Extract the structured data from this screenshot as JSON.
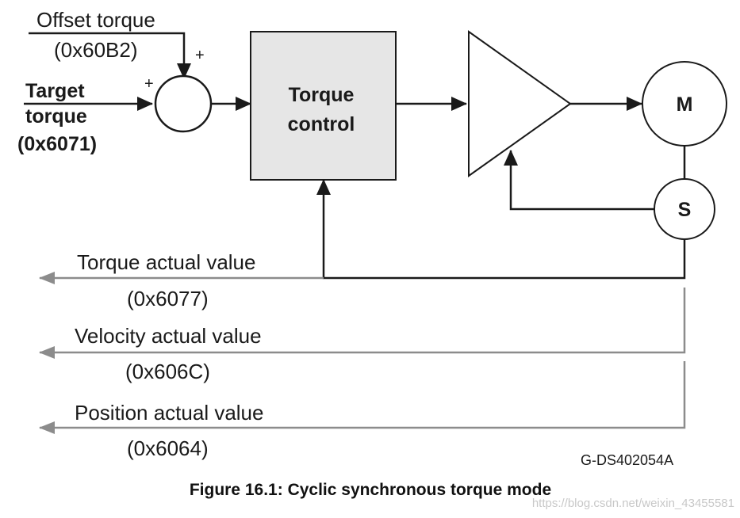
{
  "inputs": {
    "offset_torque": {
      "label": "Offset torque",
      "code": "(0x60B2)",
      "sign": "+"
    },
    "target_torque": {
      "label_line1": "Target",
      "label_line2": "torque",
      "code": "(0x6071)",
      "sign": "+"
    }
  },
  "blocks": {
    "torque_control": {
      "line1": "Torque",
      "line2": "control"
    },
    "motor": {
      "label": "M"
    },
    "sensor": {
      "label": "S"
    }
  },
  "outputs": [
    {
      "label": "Torque actual value",
      "code": "(0x6077)"
    },
    {
      "label": "Velocity actual value",
      "code": "(0x606C)"
    },
    {
      "label": "Position actual value",
      "code": "(0x6064)"
    }
  ],
  "figure_code": "G-DS402054A",
  "caption": "Figure 16.1: Cyclic synchronous torque mode",
  "watermark": "https://blog.csdn.net/weixin_43455581",
  "colors": {
    "line_dark": "#1a1a1a",
    "line_gray": "#8c8c8c",
    "block_fill": "#e6e6e6"
  }
}
